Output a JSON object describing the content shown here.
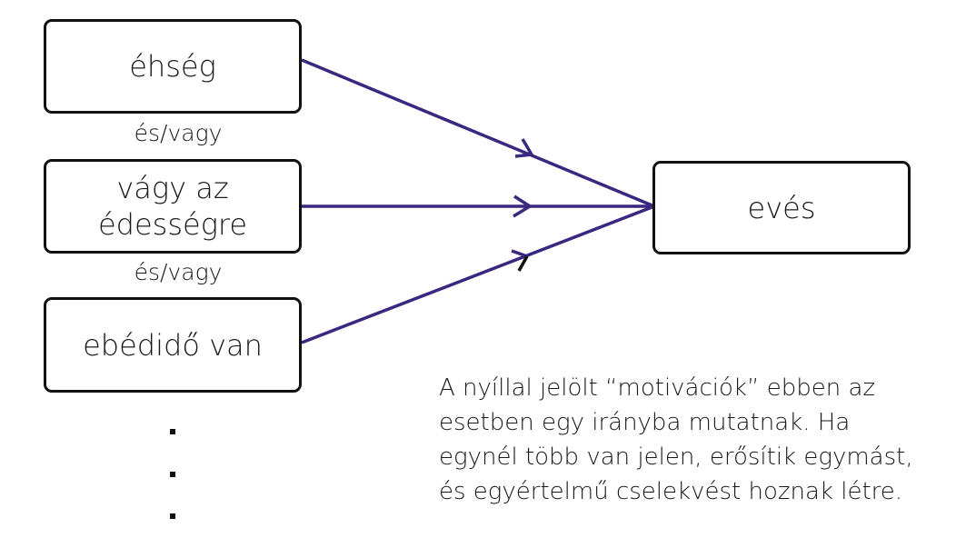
{
  "boxes": {
    "hunger": "éhség",
    "sweet_craving": "vágy az édességre",
    "lunchtime": "ebédidő van",
    "eating": "evés"
  },
  "connectors": [
    "és/vagy",
    "és/vagy"
  ],
  "note": "A nyíllal jelölt “motivációk” ebben az esetben egy irányba mutatnak. Ha egynél több van jelen, erősítik egymást, és egyértelmű cselekvést hoznak létre.",
  "colors": {
    "arrow": "#3a2780",
    "border": "#111111"
  }
}
